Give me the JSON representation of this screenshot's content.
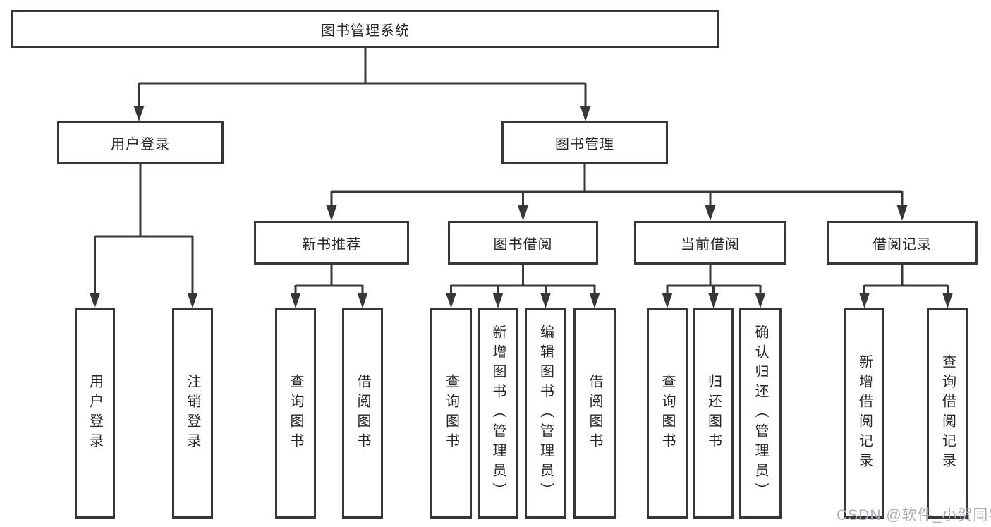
{
  "diagram_title": "图书管理系统",
  "nodes": {
    "root": "图书管理系统",
    "user_login": "用户登录",
    "book_management": "图书管理",
    "new_book_recommend": "新书推荐",
    "book_borrow": "图书借阅",
    "current_borrow": "当前借阅",
    "borrow_records": "借阅记录",
    "leaf_user_login": "用户登录",
    "leaf_logout": "注销登录",
    "leaf_nb_query": "查询图书",
    "leaf_nb_borrow": "借阅图书",
    "leaf_bb_query": "查询图书",
    "leaf_bb_add": "新增图书（管理员）",
    "leaf_bb_edit": "编辑图书（管理员）",
    "leaf_bb_borrow": "借阅图书",
    "leaf_cb_query": "查询图书",
    "leaf_cb_return": "归还图书",
    "leaf_cb_confirm": "确认归还（管理员）",
    "leaf_br_add": "新增借阅记录",
    "leaf_br_query": "查询借阅记录"
  },
  "hierarchy": [
    {
      "label": "图书管理系统",
      "children": [
        {
          "label": "用户登录",
          "children": [
            {
              "label": "用户登录"
            },
            {
              "label": "注销登录"
            }
          ]
        },
        {
          "label": "图书管理",
          "children": [
            {
              "label": "新书推荐",
              "children": [
                {
                  "label": "查询图书"
                },
                {
                  "label": "借阅图书"
                }
              ]
            },
            {
              "label": "图书借阅",
              "children": [
                {
                  "label": "查询图书"
                },
                {
                  "label": "新增图书（管理员）"
                },
                {
                  "label": "编辑图书（管理员）"
                },
                {
                  "label": "借阅图书"
                }
              ]
            },
            {
              "label": "当前借阅",
              "children": [
                {
                  "label": "查询图书"
                },
                {
                  "label": "归还图书"
                },
                {
                  "label": "确认归还（管理员）"
                }
              ]
            },
            {
              "label": "借阅记录",
              "children": [
                {
                  "label": "新增借阅记录"
                },
                {
                  "label": "查询借阅记录"
                }
              ]
            }
          ]
        }
      ]
    }
  ],
  "watermark": "CSDN @软件_小贺同学",
  "colors": {
    "line": "#373737",
    "box_border": "#373737",
    "text": "#262626",
    "watermark": "#a9adb4",
    "background": "#ffffff"
  }
}
